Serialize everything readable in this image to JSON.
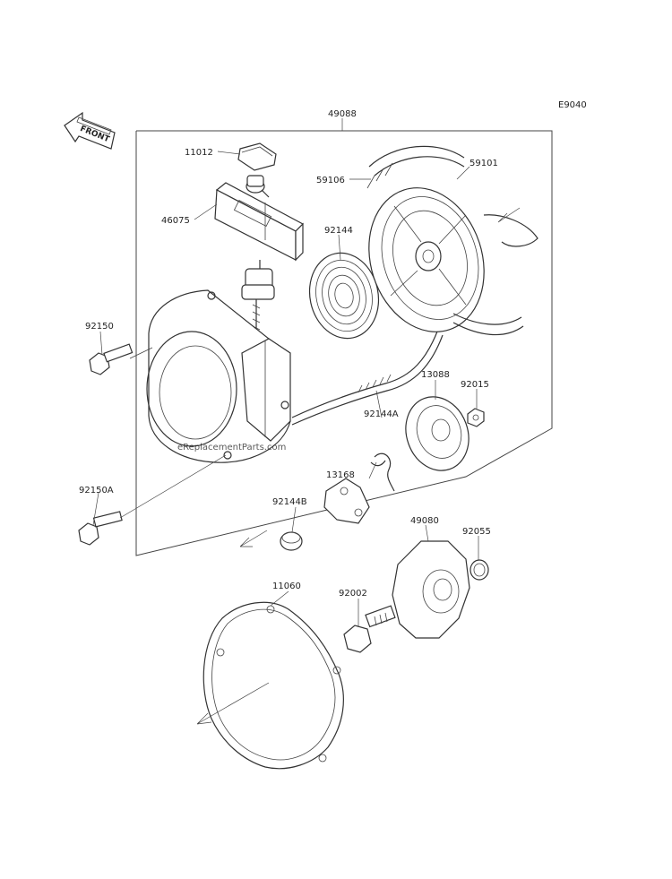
{
  "diagram_code": "E9040",
  "front_label": "FRONT",
  "watermark": "eReplacementParts.com",
  "parts": {
    "p49088": "49088",
    "p11012": "11012",
    "p46075": "46075",
    "p59106": "59106",
    "p59101": "59101",
    "p92144": "92144",
    "p92150": "92150",
    "p13088": "13088",
    "p92015": "92015",
    "p92144A": "92144A",
    "p13168": "13168",
    "p92150A": "92150A",
    "p92144B": "92144B",
    "p49080": "49080",
    "p92055": "92055",
    "p11060": "11060",
    "p92002": "92002"
  }
}
